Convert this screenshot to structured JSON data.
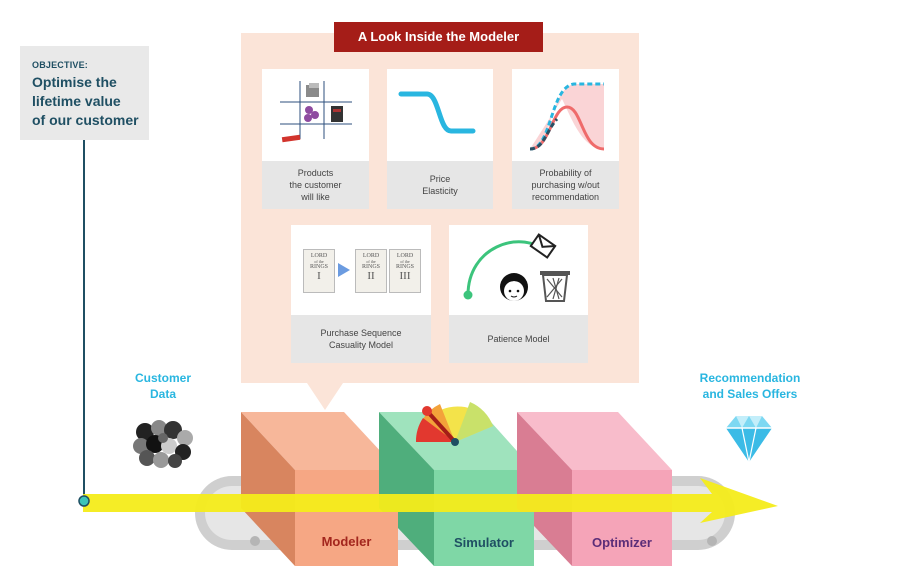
{
  "objective": {
    "label": "OBJECTIVE:",
    "text": [
      "Optimise the",
      "lifetime value",
      "of our customer"
    ]
  },
  "modeler_panel": {
    "title": "A Look Inside the Modeler",
    "cards": [
      {
        "caption": [
          "Products",
          "the customer",
          "will like"
        ],
        "icon": "product-grid-icon"
      },
      {
        "caption": [
          "Price",
          "Elasticity"
        ],
        "icon": "price-elasticity-curve-icon"
      },
      {
        "caption": [
          "Probability of",
          "purchasing w/out",
          "recommendation"
        ],
        "icon": "probability-curves-icon"
      },
      {
        "caption": [
          "Purchase Sequence",
          "Casuality Model"
        ],
        "icon": "book-sequence-icon"
      },
      {
        "caption": [
          "Patience Model"
        ],
        "icon": "patience-model-icon"
      }
    ],
    "books": [
      {
        "top": "LORD",
        "mid": "of the",
        "bottom": "RINGS",
        "numeral": "I"
      },
      {
        "top": "LORD",
        "mid": "of the",
        "bottom": "RINGS",
        "numeral": "II"
      },
      {
        "top": "LORD",
        "mid": "of the",
        "bottom": "RINGS",
        "numeral": "III"
      }
    ]
  },
  "input_label": [
    "Customer",
    "Data"
  ],
  "output_label": [
    "Recommendation",
    "and Sales Offers"
  ],
  "machines": [
    {
      "name": "Modeler",
      "color": "#f6a784",
      "text_color": "#a3261d"
    },
    {
      "name": "Simulator",
      "color": "#7fd7a6",
      "text_color": "#1f4f63"
    },
    {
      "name": "Optimizer",
      "color": "#f5a4b8",
      "text_color": "#5b2d78"
    }
  ],
  "colors": {
    "arrow": "#f4ec1a",
    "objective_text": "#1f4f63",
    "title_bg": "#a51d18",
    "accent_cyan": "#29b6e0",
    "panel_bg": "#fbe4d8"
  }
}
